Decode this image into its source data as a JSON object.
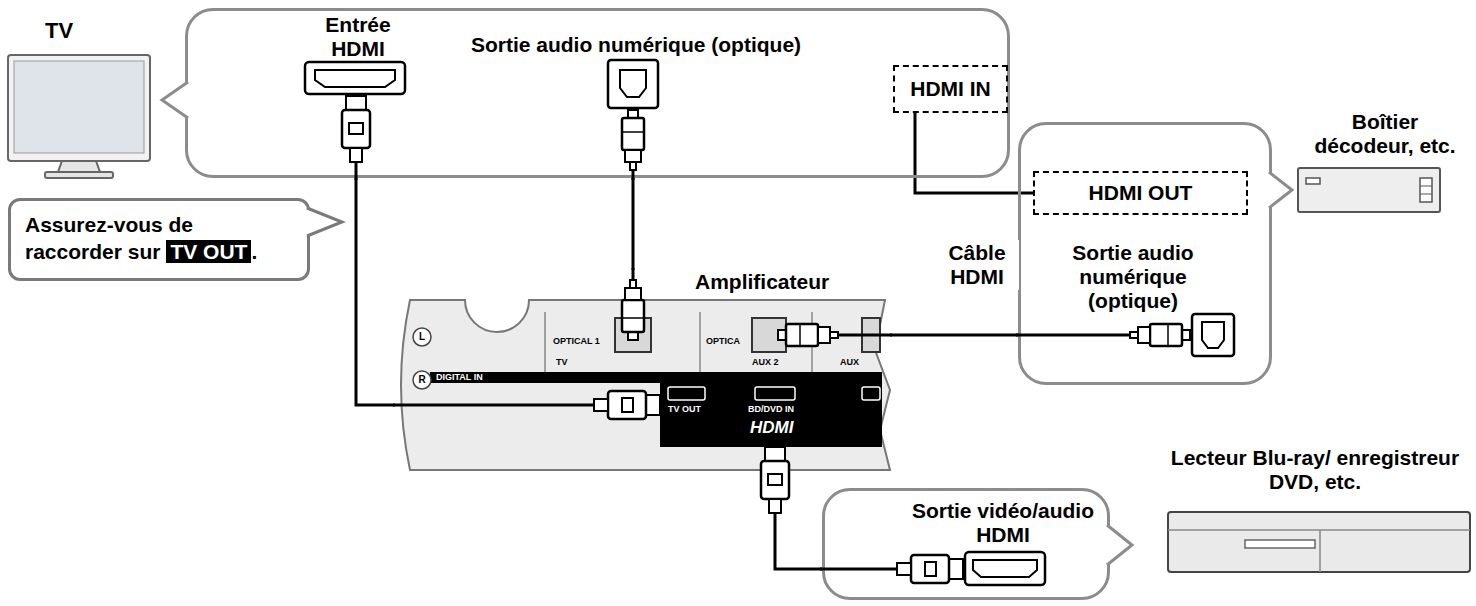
{
  "diagram": {
    "nodes": [
      {
        "text": [
          "Entrée HDMI",
          "Sortie audio numérique (optique)"
        ]
      },
      {
        "text": [
          "HDMI IN"
        ],
        "in": 0
      },
      {
        "text": [
          "Sortie audio numérique (optique)"
        ]
      },
      {
        "text": [
          "HDMI OUT"
        ],
        "in": 2
      },
      {
        "text": [
          "Assurez-vous de raccorder sur",
          "TV OUT",
          "."
        ]
      },
      {
        "text": [
          "Amplificateur"
        ]
      },
      {
        "text": [
          "Sortie vidéo/audio HDMI"
        ]
      }
    ],
    "edges": [
      {
        "from": 1,
        "to": 3,
        "arrow": "none",
        "label": "Câble HDMI"
      },
      {
        "from": 0,
        "to": 5,
        "arrow": "none"
      },
      {
        "from": 0,
        "to": 5,
        "arrow": "none"
      },
      {
        "from": 2,
        "to": 5,
        "arrow": "none"
      },
      {
        "from": 5,
        "to": 6,
        "arrow": "none"
      }
    ],
    "labels": [
      "TV",
      "Boîtier décodeur, etc.",
      "Lecteur Blu-ray/ enregistreur DVD, etc.",
      "L",
      "R",
      "OPTICAL 1",
      "TV",
      "OPTICA",
      "AUX 2",
      "AUX",
      "DIGITAL IN",
      "TV OUT",
      "BD/DVD IN",
      "HDMI"
    ]
  }
}
